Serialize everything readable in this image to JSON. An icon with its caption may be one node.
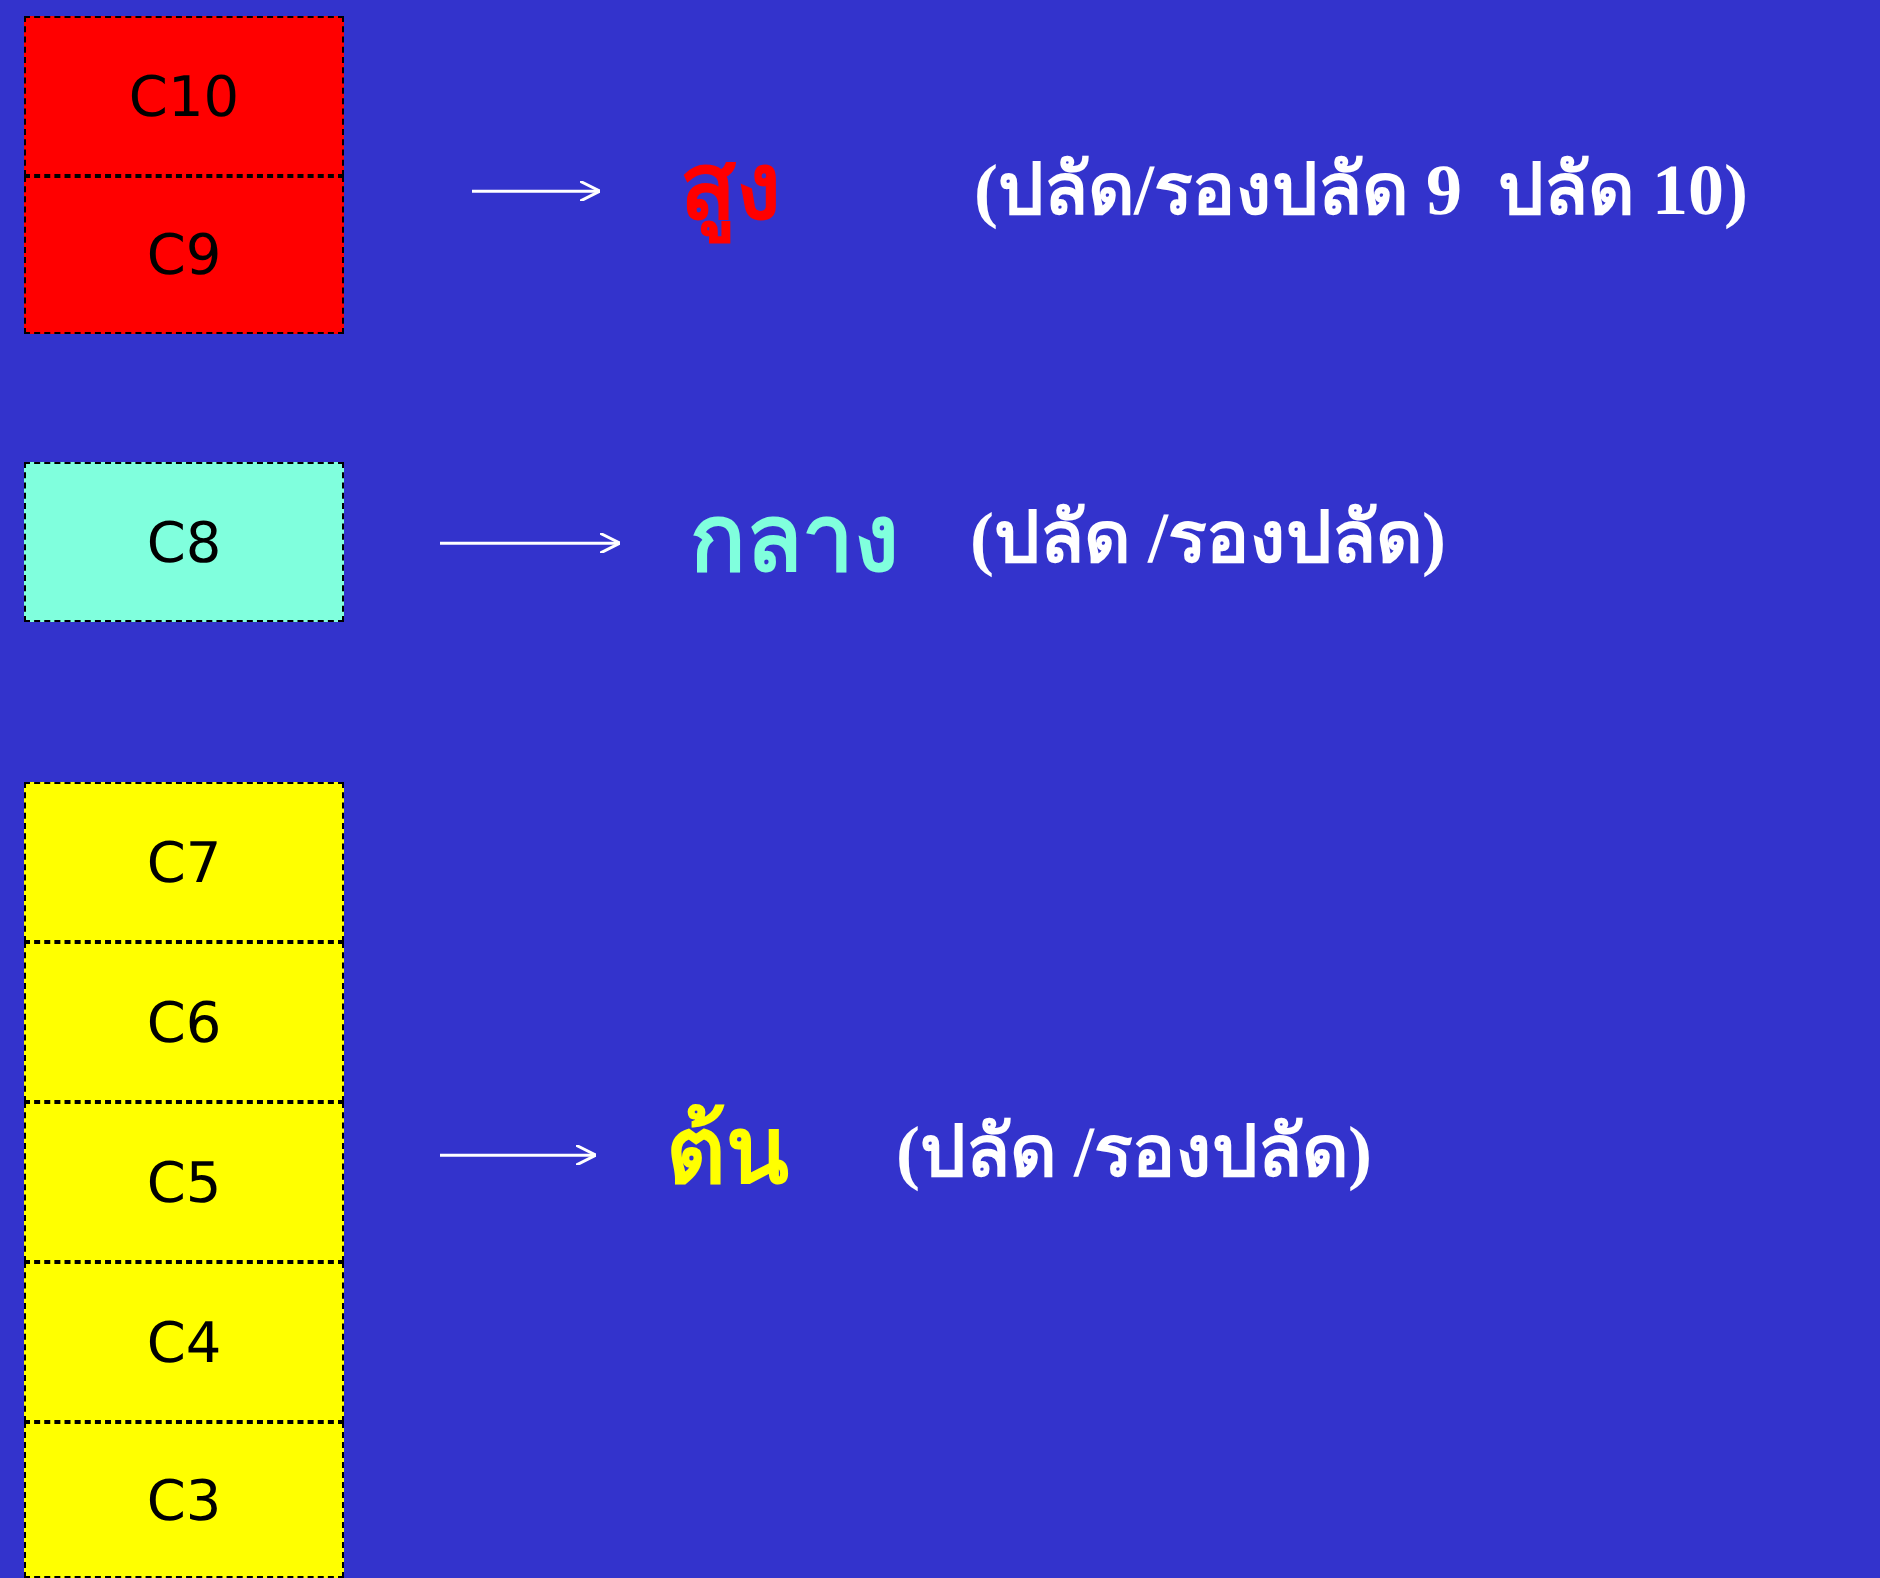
{
  "diagram": {
    "nodes": [
      {
        "text": [
          "C10"
        ]
      },
      {
        "text": [
          "C9"
        ]
      },
      {
        "text": [
          "C8"
        ]
      },
      {
        "text": [
          "C7"
        ]
      },
      {
        "text": [
          "C6"
        ]
      },
      {
        "text": [
          "C5"
        ]
      },
      {
        "text": [
          "C4"
        ]
      },
      {
        "text": [
          "C3"
        ]
      },
      {
        "text": [
          "สูง"
        ],
        "beside": [
          "(ปลัด/รองปลัด 9  ปลัด 10)"
        ]
      },
      {
        "text": [
          "กลาง"
        ],
        "beside": [
          "(ปลัด /รองปลัด)"
        ]
      },
      {
        "text": [
          "ต้น"
        ],
        "beside": [
          "(ปลัด /รองปลัด)"
        ]
      }
    ],
    "edges": [
      {
        "from": null,
        "to": 8,
        "arrow": "to"
      },
      {
        "from": null,
        "to": 9,
        "arrow": "to"
      },
      {
        "from": null,
        "to": 10,
        "arrow": "to"
      }
    ]
  }
}
